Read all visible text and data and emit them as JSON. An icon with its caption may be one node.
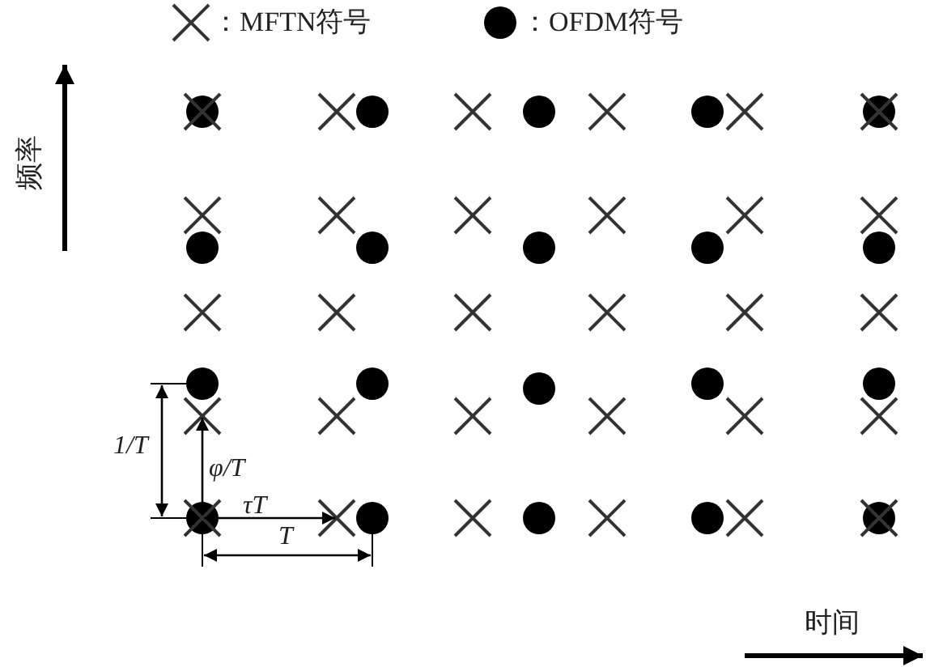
{
  "diagram": {
    "labels": [
      "频率",
      "1/T",
      "φ/T",
      "τT",
      "T",
      "时间"
    ],
    "legend": [
      {
        "text": "：MFTN符号"
      },
      {
        "text": "：OFDM符号"
      }
    ]
  }
}
